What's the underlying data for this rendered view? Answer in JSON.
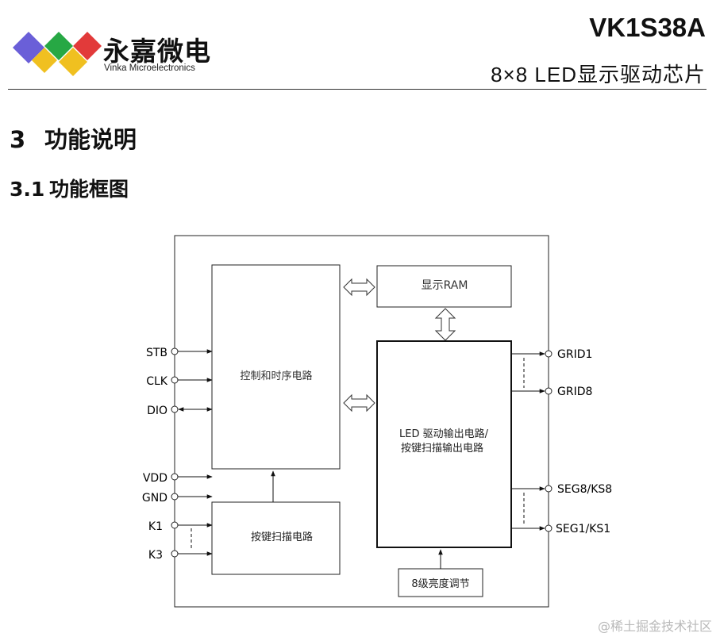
{
  "header": {
    "brand_cn": "永嘉微电",
    "brand_en": "Vinka Microelectronics",
    "part_number": "VK1S38A",
    "subtitle": "8×8 LED显示驱动芯片",
    "logo_colors": [
      "#6a5fd8",
      "#f0c020",
      "#27a844",
      "#e23a3a"
    ]
  },
  "section": {
    "number": "3",
    "title": "功能说明"
  },
  "subsection": {
    "number": "3.1",
    "title": "功能框图"
  },
  "diagram": {
    "blocks": {
      "control": "控制和时序电路",
      "ram": "显示RAM",
      "led_driver_line1": "LED 驱动输出电路/",
      "led_driver_line2": "按键扫描输出电路",
      "key_scan": "按键扫描电路",
      "brightness": "8级亮度调节"
    },
    "left_pins": {
      "stb": "STB",
      "clk": "CLK",
      "dio": "DIO",
      "vdd": "VDD",
      "gnd": "GND",
      "k1": "K1",
      "k3": "K3"
    },
    "right_pins": {
      "grid1": "GRID1",
      "grid8": "GRID8",
      "seg8": "SEG8/KS8",
      "seg1": "SEG1/KS1"
    }
  },
  "watermark": "@稀土掘金技术社区"
}
